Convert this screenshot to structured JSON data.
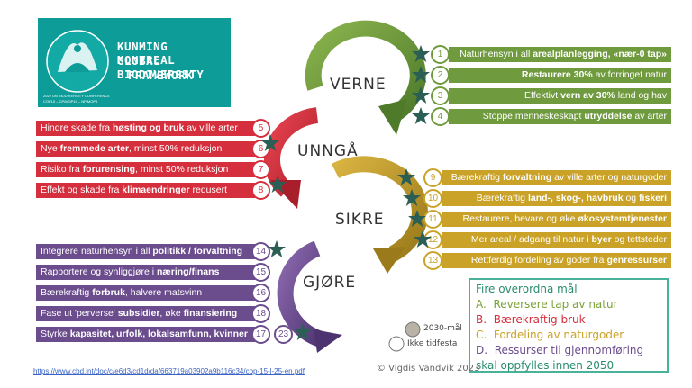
{
  "logo": {
    "line1": "KUNMING MONTREAL",
    "line2": "GLOBAL BIODIVERSITY",
    "line3": "FRAMEWORK",
    "small1": "2022 UN BIODIVERSITY CONFERENCE",
    "small2": "COP15 – CP/MOP10 – NP/MOP4"
  },
  "arcs": {
    "verne": "VERNE",
    "unnga": "UNNGÅ",
    "sikre": "SIKRE",
    "gjore": "GJØRE"
  },
  "colors": {
    "green": "#6f9a3e",
    "red": "#d52f3d",
    "gold": "#c9a227",
    "purple": "#6b4c8d",
    "teal": "#0e9c98",
    "star": "#2b5e55"
  },
  "verne_items": [
    {
      "num": "1",
      "pre": "Naturhensyn i all ",
      "bold": "arealplanlegging, «nær-0 tap»",
      "post": ""
    },
    {
      "num": "2",
      "pre": "",
      "bold": "Restaurere 30%",
      "post": " av forringet natur"
    },
    {
      "num": "3",
      "pre": "Effektivt ",
      "bold": "vern av 30%",
      "post": " land og hav"
    },
    {
      "num": "4",
      "pre": "Stoppe menneskeskapt ",
      "bold": "utryddelse",
      "post": " av arter"
    }
  ],
  "unnga_items": [
    {
      "num": "5",
      "pre": "Hindre skade fra ",
      "bold": "høsting og bruk",
      "post": " av ville arter"
    },
    {
      "num": "6",
      "pre": "Nye ",
      "bold": "fremmede arter",
      "post": ", minst 50% reduksjon"
    },
    {
      "num": "7",
      "pre": "Risiko fra ",
      "bold": "forurensing",
      "post": ", minst 50% reduksjon"
    },
    {
      "num": "8",
      "pre": "Effekt og skade fra ",
      "bold": "klimaendringer",
      "post": " redusert"
    }
  ],
  "sikre_items": [
    {
      "num": "9",
      "pre": "Bærekraftig ",
      "bold": "forvaltning",
      "post": " av ville arter og naturgoder",
      "b2": "",
      "p2": ""
    },
    {
      "num": "10",
      "pre": "Bærekraftig ",
      "bold": "land-, skog-, havbruk",
      "post": " og ",
      "b2": "fiskeri",
      "p2": ""
    },
    {
      "num": "11",
      "pre": "Restaurere, bevare og øke ",
      "bold": "økosystemtjenester",
      "post": "",
      "b2": "",
      "p2": ""
    },
    {
      "num": "12",
      "pre": "Mer areal / adgang til natur i ",
      "bold": "byer",
      "post": " og tettsteder",
      "b2": "",
      "p2": ""
    },
    {
      "num": "13",
      "pre": "Rettferdig fordeling av goder fra ",
      "bold": "genressurser",
      "post": "",
      "b2": "",
      "p2": ""
    }
  ],
  "gjore_items": [
    {
      "num": "14",
      "pre": "Integrere naturhensyn i all ",
      "bold": "politikk / forvaltning",
      "post": ""
    },
    {
      "num": "15",
      "pre": "Rapportere og synliggjøre i ",
      "bold": "næring/finans",
      "post": ""
    },
    {
      "num": "16",
      "pre": "Bærekraftig ",
      "bold": "forbruk",
      "post": ", halvere matsvinn"
    },
    {
      "num": "18",
      "pre": "Fase ut 'perverse' ",
      "bold": "subsidier",
      "post": ", øke ",
      "b2": "finansiering"
    },
    {
      "num": "17",
      "pre": "Styrke ",
      "bold": "kapasitet, urfolk, lokalsamfunn, kvinner",
      "post": "",
      "extra": "23"
    }
  ],
  "goals": {
    "title": "Fire overordna mål",
    "a_letter": "A.",
    "a_text": "Reversere tap av natur",
    "b_letter": "B.",
    "b_text": "Bærekraftig bruk",
    "c_letter": "C.",
    "c_text": "Fordeling av naturgoder",
    "d_letter": "D.",
    "d_text": "Ressurser til gjennomføring",
    "footer": "skal oppfylles innen 2050"
  },
  "legend": {
    "filled": "2030-mål",
    "empty": "Ikke tidfesta"
  },
  "link": "https://www.cbd.int/doc/c/e6d3/cd1d/daf663719a03902a9b116c34/cop-15-l-25-en.pdf",
  "credit": "© Vigdis Vandvik 2023"
}
